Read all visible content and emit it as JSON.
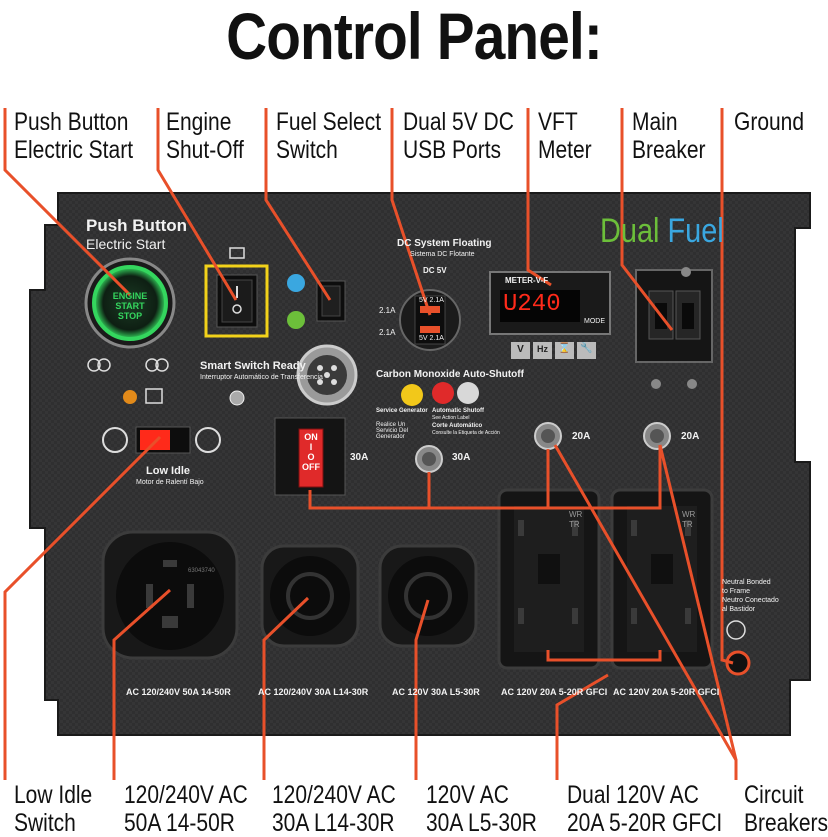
{
  "title": "Control Panel:",
  "callouts_top": [
    {
      "id": "push-button",
      "text": "Push Button\nElectric Start"
    },
    {
      "id": "engine-shutoff",
      "text": "Engine\nShut-Off"
    },
    {
      "id": "fuel-select",
      "text": "Fuel Select\nSwitch"
    },
    {
      "id": "usb",
      "text": "Dual 5V DC\nUSB Ports"
    },
    {
      "id": "vft",
      "text": "VFT\nMeter"
    },
    {
      "id": "main-breaker",
      "text": "Main\nBreaker"
    },
    {
      "id": "ground",
      "text": "Ground"
    }
  ],
  "callouts_bottom": [
    {
      "id": "low-idle",
      "text": "Low Idle\nSwitch"
    },
    {
      "id": "r50",
      "text": "120/240V AC\n50A 14-50R"
    },
    {
      "id": "r30l14",
      "text": "120/240V AC\n30A L14-30R"
    },
    {
      "id": "r30l5",
      "text": "120V AC\n30A L5-30R"
    },
    {
      "id": "gfci",
      "text": "Dual 120V AC\n20A 5-20R GFCI"
    },
    {
      "id": "breakers",
      "text": "Circuit\nBreakers"
    }
  ],
  "panel": {
    "push_button_title": "Push Button",
    "push_button_sub": "Electric Start",
    "start_button_l1": "ENGINE",
    "start_button_l2": "START",
    "start_button_l3": "STOP",
    "brand_part1": "Dual",
    "brand_part2": "Fuel",
    "smart_switch": "Smart Switch Ready",
    "smart_switch_es": "Interruptor Automático de Transferencia",
    "dc_system": "DC System Floating",
    "dc_system_es": "Sistema DC Flotante",
    "dc_5v": "DC 5V",
    "usb_21a_top": "2.1A",
    "usb_21a_bottom": "2.1A",
    "usb_port1": "5V 2.1A",
    "usb_port2": "5V 2.1A",
    "meter_brand": "METER-V-F",
    "meter_reading": "U240",
    "meter_mode": "MODE",
    "meter_buttons": [
      "V",
      "Hz",
      "⌛",
      "🔧"
    ],
    "co_title": "Carbon Monoxide Auto-Shutoff",
    "co_service": "Service Generator",
    "co_service_es": "Realice Un Servicio Del Generador",
    "co_auto": "Automatic Shutoff",
    "co_auto_es": "See Action Label",
    "co_cut": "Corte Automático",
    "co_cut_es": "Consulte la Etiqueta de Acción",
    "onoff_on": "ON",
    "onoff_i": "I",
    "onoff_o": "O",
    "onoff_off": "OFF",
    "amp_30a_switch": "30A",
    "amp_30a_breaker": "30A",
    "amp_20a_1": "20A",
    "amp_20a_2": "20A",
    "low_idle": "Low Idle",
    "low_idle_es": "Motor de Ralentí Bajo",
    "rec_50a_id": "63043740",
    "label_50a": "AC 120/240V 50A 14-50R",
    "label_l14": "AC 120/240V 30A L14-30R",
    "label_l5": "AC 120V 30A L5-30R",
    "label_gfci1": "AC 120V 20A 5-20R GFCI",
    "label_gfci2": "AC 120V 20A 5-20R GFCI",
    "gfci_wr": "WR",
    "gfci_tr": "TR",
    "ground_text": "Neutral Bonded\nto Frame\nNeutro Conectado\nal Bastidor"
  },
  "colors": {
    "accent": "#e8502a",
    "panel": "#2e2e2f",
    "dual": "#6cbf3a",
    "fuel": "#3aa7e0",
    "led": "#ff2a1a",
    "start_ring": "#34d65e",
    "highlight": "#f2d21a"
  }
}
